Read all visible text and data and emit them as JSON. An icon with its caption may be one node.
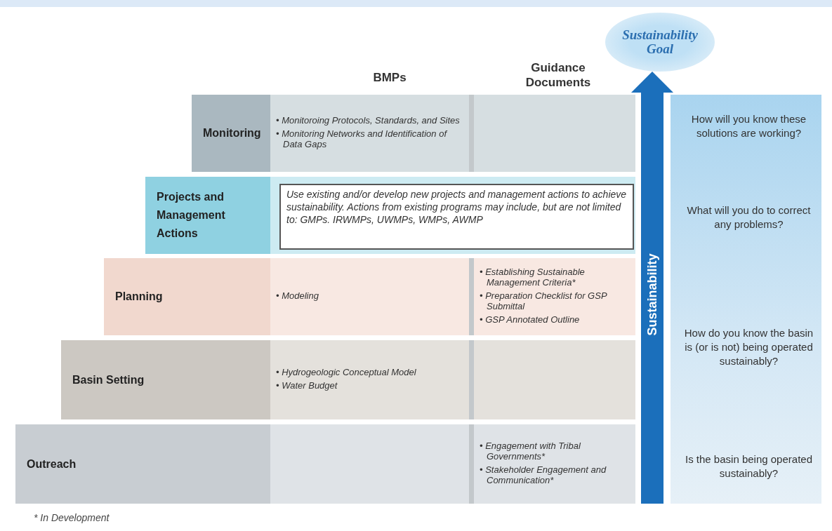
{
  "diagram": {
    "nodes": [
      {
        "text": [
          "Monitoring"
        ]
      },
      {
        "text": [
          "• Monitoroing Protocols, Standards, and Sites",
          "• Monitoring Networks and Identification of Data Gaps"
        ]
      },
      {
        "text": [],
        "shape": "box"
      },
      {
        "text": [
          "Projects and Management Actions"
        ]
      },
      {
        "text": [
          "Use existing and/or develop new projects and management actions to achieve sustainability. Actions from existing programs may include, but are not limited to: GMPs. IRWMPs, UWMPs, WMPs, AWMP"
        ]
      },
      {
        "text": [
          "Planning"
        ]
      },
      {
        "text": [
          "• Modeling"
        ]
      },
      {
        "text": [
          "• Establishing Sustainable Management Criteria*",
          "• Preparation Checklist for GSP Submittal",
          "• GSP Annotated Outline"
        ]
      },
      {
        "text": [
          "Basin Setting"
        ]
      },
      {
        "text": [
          "• Hydrogeologic Conceptual Model",
          "• Water Budget"
        ]
      },
      {
        "text": [],
        "shape": "box"
      },
      {
        "text": [
          "Outreach"
        ]
      },
      {
        "text": [],
        "shape": "box"
      },
      {
        "text": [
          "• Engagement with Tribal Governments*",
          "• Stakeholder Engagement and Communication*"
        ]
      },
      {
        "text": [
          "Sustainability Goal"
        ]
      },
      {
        "text": [
          "How will you know these solutions are working?",
          "What will you do to correct any problems?",
          "How do you know the basin is (or is not) being operated sustainably?",
          "Is the basin being operated sustainably?"
        ]
      }
    ],
    "edges": [
      {
        "from": null,
        "to": 14,
        "arrow": "to",
        "label": "Sustainability",
        "style": "thick"
      }
    ],
    "labels": [
      "BMPs",
      "Guidance Documents",
      "* In Development"
    ]
  }
}
